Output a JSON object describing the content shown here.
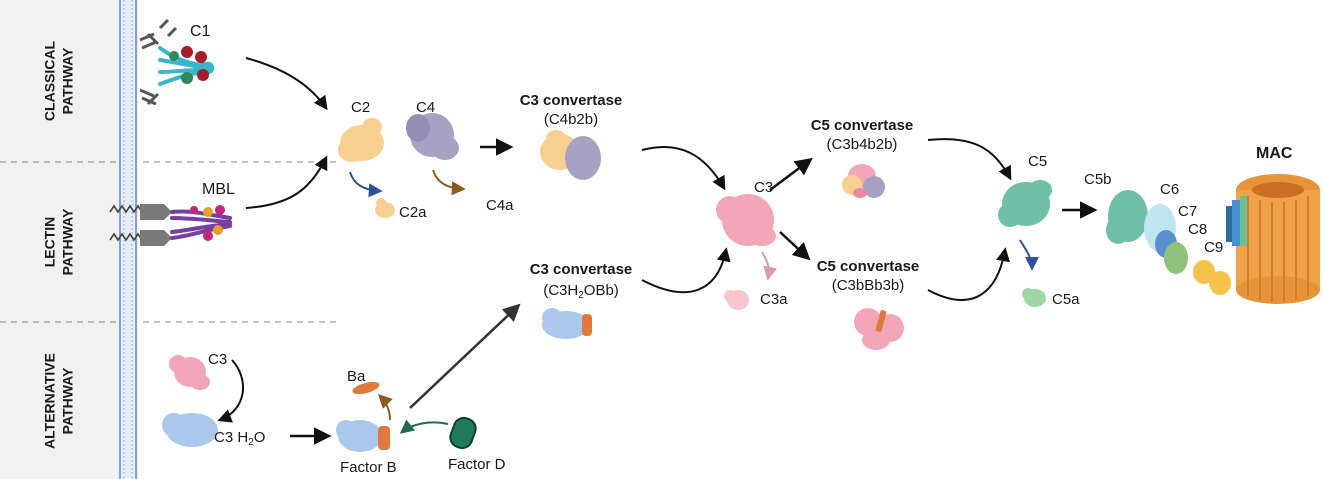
{
  "pathways": {
    "classical": [
      "CLASSICAL",
      "PATHWAY"
    ],
    "lectin": [
      "LECTIN",
      "PATHWAY"
    ],
    "alternative": [
      "ALTERNATIVE",
      "PATHWAY"
    ]
  },
  "labels": {
    "c1": "C1",
    "mbl": "MBL",
    "c2": "C2",
    "c4": "C4",
    "c2a": "C2a",
    "c4a": "C4a",
    "c3_conv_classical_title": "C3 convertase",
    "c3_conv_classical_sub": "(C4b2b)",
    "c3": "C3",
    "c3a": "C3a",
    "c5_conv_classical_title": "C5 convertase",
    "c5_conv_classical_sub": "(C3b4b2b)",
    "c5_conv_alt_title": "C5 convertase",
    "c5_conv_alt_sub": "(C3bBb3b)",
    "c3_conv_alt_title": "C3 convertase",
    "c3_conv_alt_sub_main": "(C3H",
    "c3_conv_alt_sub_script": "2",
    "c3_conv_alt_sub_tail": "OBb)",
    "c5": "C5",
    "c5a": "C5a",
    "c5b": "C5b",
    "c6": "C6",
    "c7": "C7",
    "c8": "C8",
    "c9": "C9",
    "mac": "MAC",
    "alt_c3": "C3",
    "c3h2o_main": "C3 H",
    "c3h2o_script": "2",
    "c3h2o_tail": "O",
    "ba": "Ba",
    "factor_b": "Factor B",
    "factor_d": "Factor D"
  },
  "colors": {
    "c2": "#f7d08f",
    "c4": "#a8a2c2",
    "c3": "#f2a7b8",
    "c3h2o": "#a9c8ec",
    "factor_b": "#e07a3c",
    "factor_d": "#1f7a5c",
    "c5": "#6fbfa9",
    "mac": "#f0a24a",
    "arrow_blue": "#2f4f9e",
    "arrow_brown": "#8a5a1e",
    "arrow_pink": "#d79ab0",
    "arrow_green": "#1f6b52"
  }
}
